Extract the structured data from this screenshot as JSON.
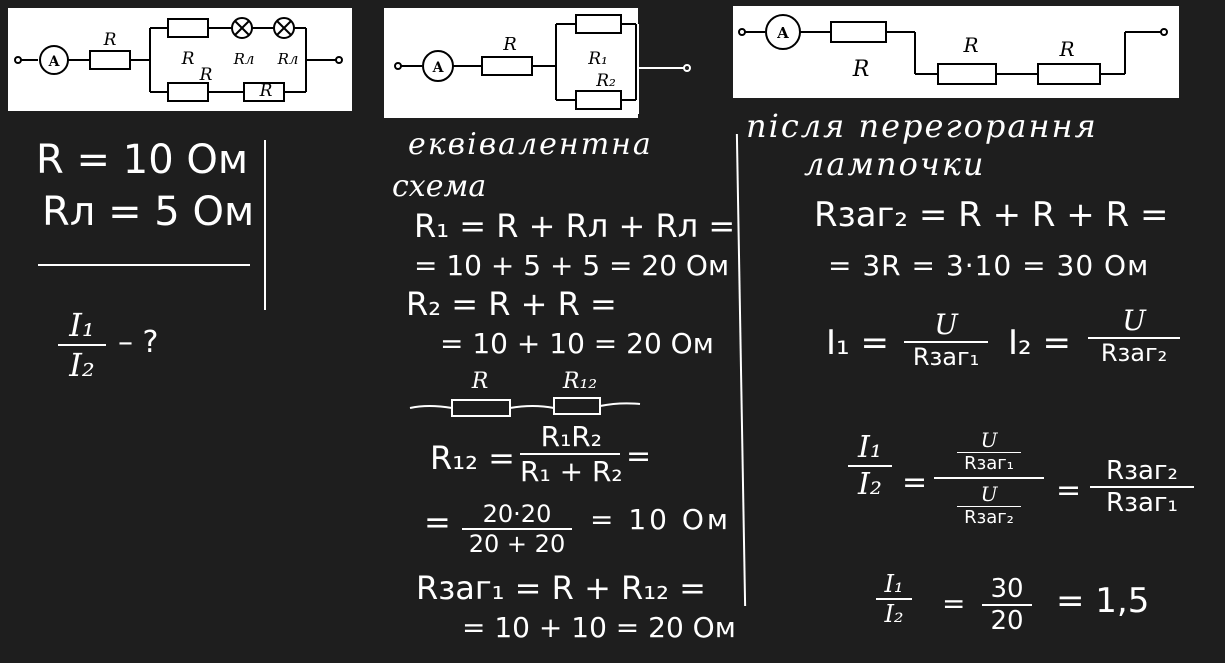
{
  "circuit1": {
    "ammeter": "A",
    "r_series": "R",
    "top_r": "R",
    "top_rl1": "Rл",
    "top_rl2": "Rл",
    "bottom_r1": "R",
    "bottom_r2": "R"
  },
  "circuit2": {
    "ammeter": "A",
    "r_series": "R",
    "r1": "R₁",
    "r2": "R₂"
  },
  "circuit3": {
    "ammeter": "A",
    "r_series": "R",
    "r_a": "R",
    "r_b": "R"
  },
  "given": {
    "line1": "R = 10 Ом",
    "line2": "Rл = 5 Ом",
    "find_num": "I₁",
    "find_den": "I₂",
    "find_suffix": "– ?"
  },
  "middle": {
    "heading1": "еквівалентна",
    "heading2": "схема",
    "r1_line1": "R₁ = R + Rл + Rл =",
    "r1_line2": "= 10 + 5 + 5 = 20 Ом",
    "r2_line1": "R₂ = R + R =",
    "r2_line2": "= 10 + 10 = 20 Ом",
    "mini_r": "R",
    "mini_r12": "R₁₂",
    "r12_label": "R₁₂ =",
    "r12_num": "R₁R₂",
    "r12_den": "R₁ + R₂",
    "r12_eq": "=",
    "calc_prefix": "=",
    "calc_num": "20·20",
    "calc_den": "20 + 20",
    "calc_result": "= 10 Ом",
    "rzag1_line1": "Rзаг₁ = R + R₁₂ =",
    "rzag1_line2": "= 10 + 10 = 20 Ом"
  },
  "right": {
    "heading1": "після перегорання",
    "heading2": "лампочки",
    "rzag2_line1": "Rзаг₂ = R + R + R =",
    "rzag2_line2": "= 3R = 3·10 = 30 Ом",
    "i1_label": "I₁ =",
    "i1_num": "U",
    "i1_den": "Rзаг₁",
    "i2_label": "I₂ =",
    "i2_num": "U",
    "i2_den": "Rзаг₂",
    "ratio_num": "I₁",
    "ratio_den": "I₂",
    "eq1": "=",
    "big_num_top": "U",
    "big_num_bot": "Rзаг₁",
    "big_den_top": "U",
    "big_den_bot": "Rзаг₂",
    "eq2": "=",
    "res_num": "Rзаг₂",
    "res_den": "Rзаг₁",
    "final_num": "I₁",
    "final_den": "I₂",
    "final_eq": "=",
    "final_fnum": "30",
    "final_fden": "20",
    "final_result": "= 1,5"
  }
}
